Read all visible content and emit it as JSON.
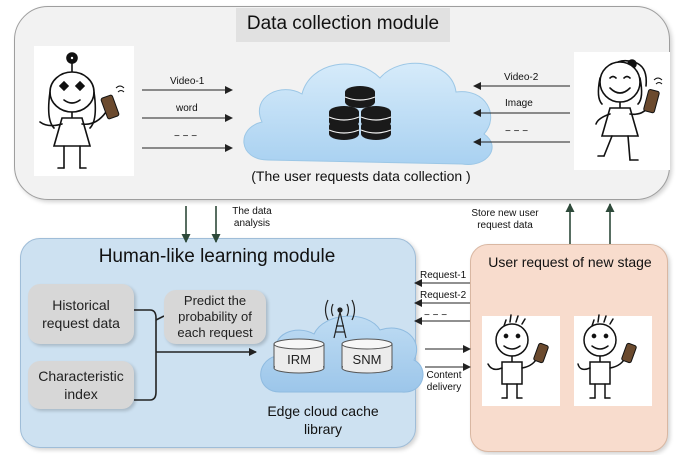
{
  "data_collection": {
    "title": "Data collection module",
    "caption": "(The user requests data collection )",
    "left_inputs": [
      "Video-1",
      "word",
      "− − −"
    ],
    "right_inputs": [
      "Video-2",
      "Image",
      "− − −"
    ]
  },
  "links": {
    "data_analysis": "The data analysis",
    "store_new": "Store new user request data"
  },
  "human_learning": {
    "title": "Human-like learning module",
    "historical": "Historical request data",
    "characteristic": "Characteristic index",
    "predict": "Predict the probability of each request",
    "irm": "IRM",
    "snm": "SNM",
    "edge_cache": "Edge cloud cache library"
  },
  "user_request": {
    "title": "User request  of new stage"
  },
  "requests": [
    "Request-1",
    "Request-2",
    "− − −"
  ],
  "content_delivery": "Content delivery"
}
